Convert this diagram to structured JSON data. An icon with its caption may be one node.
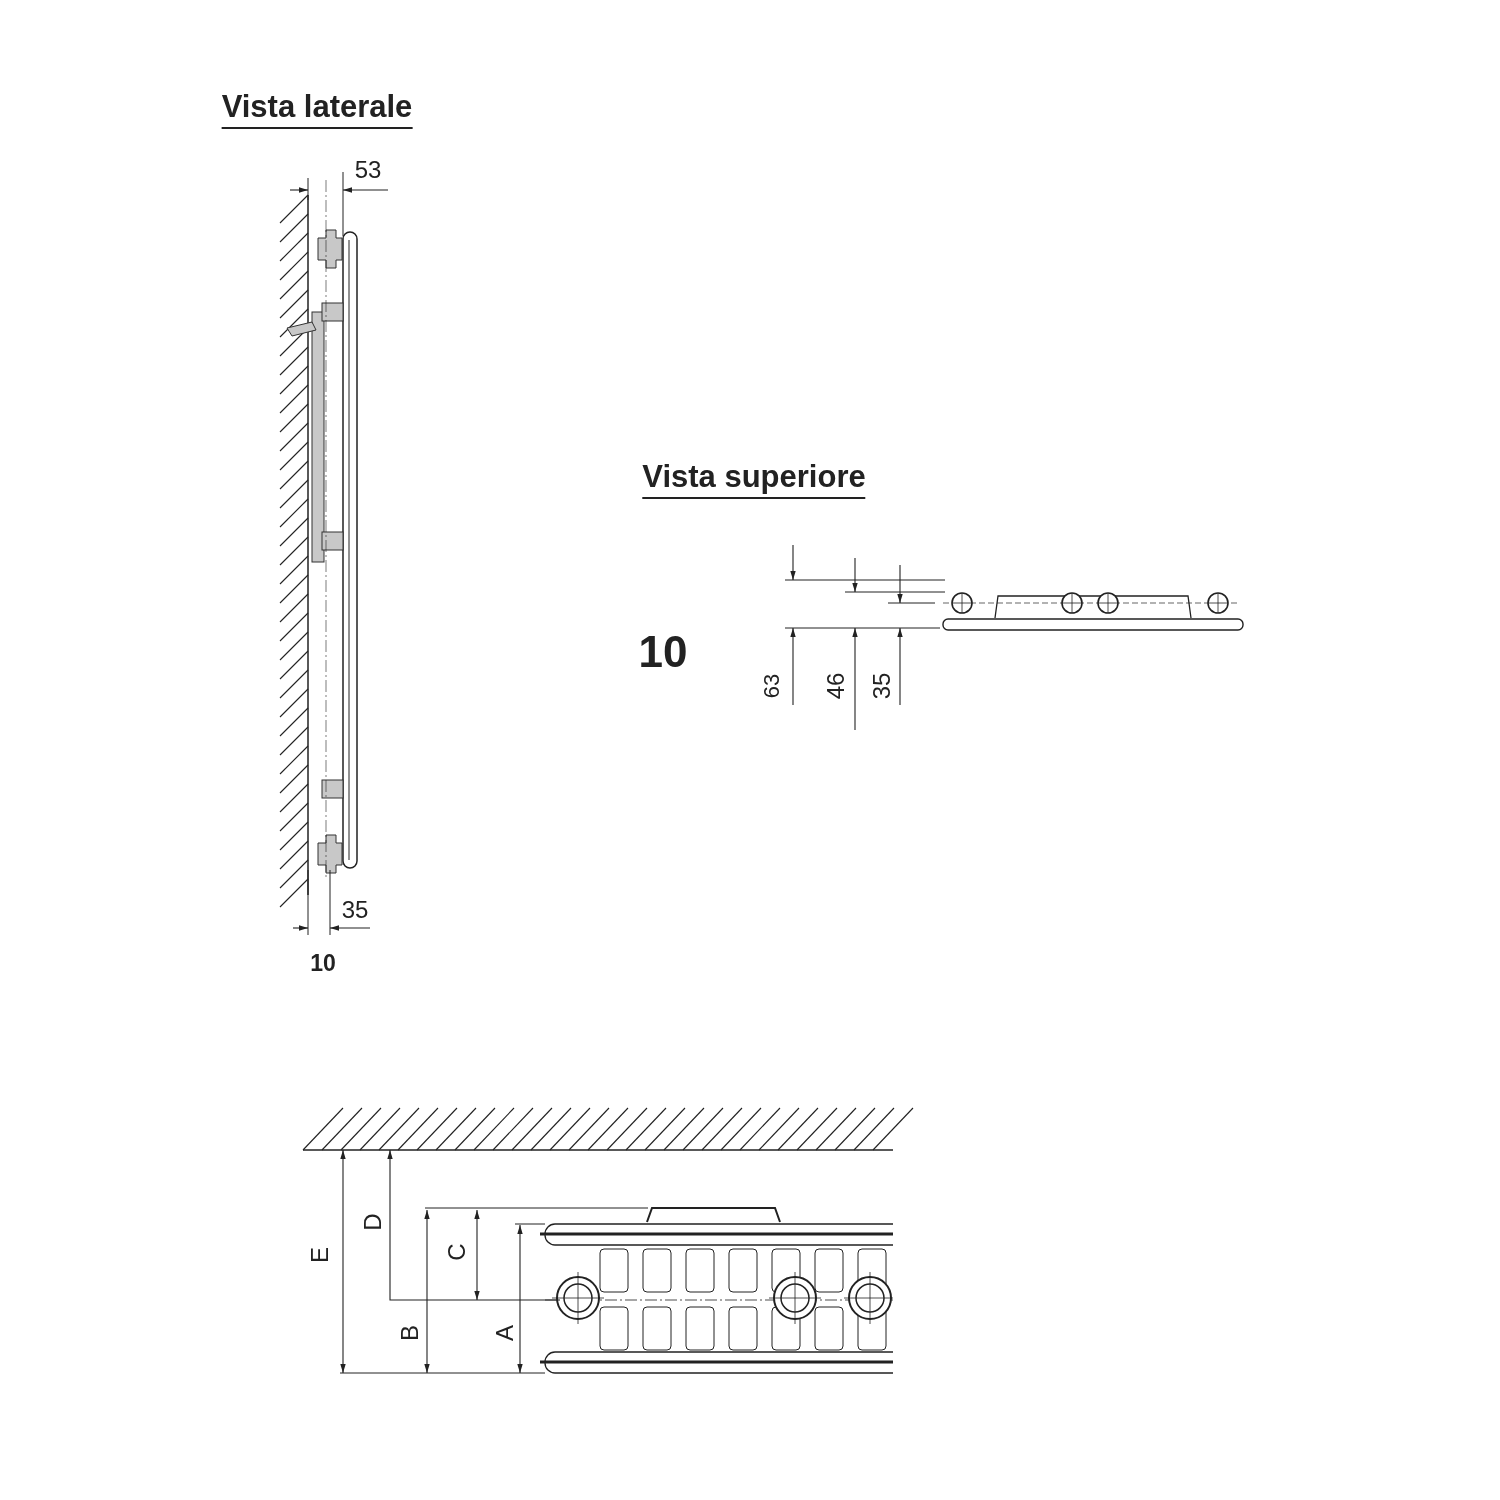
{
  "diagram": {
    "labels": [
      "Vista laterale",
      "53",
      "Vista superiore",
      "10",
      "63",
      "46",
      "35",
      "35",
      "10",
      "E",
      "D",
      "C",
      "B",
      "A"
    ]
  }
}
